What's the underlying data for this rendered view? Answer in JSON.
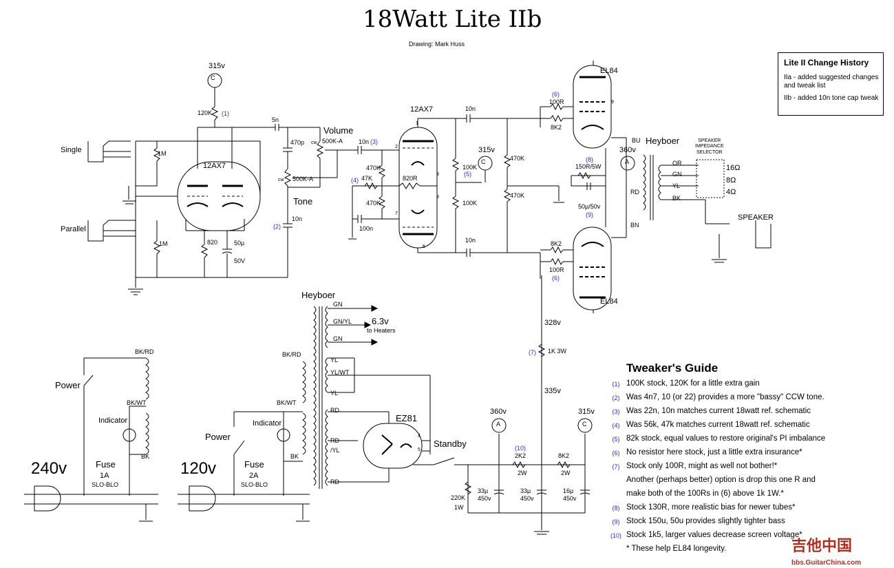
{
  "title": "18Watt Lite IIb",
  "credit": "Drawing: Mark Huss",
  "history": {
    "heading": "Lite II Change History",
    "entries": [
      "IIa - added suggested changes and tweak list",
      "IIb - added 10n tone cap tweak"
    ]
  },
  "labels": {
    "b315_top": "315v",
    "r120k": "120K",
    "n1a": "(1)",
    "c5n": "5n",
    "single": "Single",
    "parallel": "Parallel",
    "r1m_a": "1M",
    "r1m_b": "1M",
    "v1": "12AX7",
    "r820": "820",
    "c50u": "50µ",
    "c50v": "50V",
    "volume": "Volume",
    "pot_vol": "500K-A",
    "cw_a": "cw",
    "cw_b": "cw",
    "c470p": "470p",
    "pot_tone": "500K-A",
    "tone": "Tone",
    "c10n_tone": "10n",
    "n2": "(2)",
    "c10n_3": "10n",
    "n3": "(3)",
    "v2": "12AX7",
    "r470k_a": "470K",
    "r47k": "47K",
    "n4": "(4)",
    "r820r": "820R",
    "r470k_b": "470K",
    "c100n": "100n",
    "c10n_top": "10n",
    "c10n_bot": "10n",
    "b315_mid": "315v",
    "r100k_a": "100K",
    "n5": "(5)",
    "r100k_b": "100K",
    "r470k_c": "470K",
    "r470k_d": "470K",
    "n6a": "(6)",
    "r100r_a": "100R",
    "r8k2_a": "8K2",
    "el84_top": "EL84",
    "n8": "(8)",
    "r150r": "150R/5W",
    "c50u50v": "50µ/50v",
    "n9": "(9)",
    "r8k2_b": "8K2",
    "r100r_b": "100R",
    "n6b": "(6)",
    "el84_bot": "EL84",
    "b360_ot": "360v",
    "heyboer_ot": "Heyboer",
    "bu": "BU",
    "rd_ot": "RD",
    "bn": "BN",
    "imp_sel": "SPEAKER\nIMPEDANCE\nSELECTOR",
    "or": "OR",
    "gn_ot": "GN",
    "yl_ot": "YL",
    "bk_ot": "BK",
    "o16": "16Ω",
    "o8": "8Ω",
    "o4": "4Ω",
    "speaker": "SPEAKER",
    "heyboer_pt": "Heyboer",
    "pt_gn1": "GN",
    "pt_gnyl": "GN/YL",
    "pt_gn2": "GN",
    "v63": "6.3v",
    "heaters": "to Heaters",
    "pt_yl1": "YL",
    "pt_ylwt": "YL/WT",
    "pt_yl2": "YL",
    "pt_rd1": "RD",
    "pt_rd2": "RD",
    "pt_yl3": "/YL",
    "pt_rd3": "RD",
    "bkrd_l": "BK/RD",
    "bkwt_l": "BK/WT",
    "bk_l": "BK",
    "bkrd_r": "BK/RD",
    "bkwt_r": "BK/WT",
    "bk_r": "BK",
    "power_l": "Power",
    "indicator_l": "Indicator",
    "power_r": "Power",
    "indicator_r": "Indicator",
    "v240": "240v",
    "fuse1": "Fuse",
    "fuse1a": "1A",
    "slo1": "SLO-BLO",
    "v120": "120v",
    "fuse2": "Fuse",
    "fuse2a": "2A",
    "slo2": "SLO-BLO",
    "ez81": "EZ81",
    "standby": "Standby",
    "v328": "328v",
    "n7": "(7)",
    "r1k": "1K 3W",
    "v335": "335v",
    "b360_ps": "360v",
    "b315_ps": "315v",
    "n10": "(10)",
    "r2k2": "2K2",
    "w2a": "2W",
    "r8k2_ps": "8K2",
    "w2b": "2W",
    "r220k": "220K",
    "w1": "1W",
    "c33a": "33µ",
    "v450a": "450v",
    "c33b": "33µ",
    "v450b": "450v",
    "c16": "16µ",
    "v450c": "450v",
    "pin_1": "1",
    "pin_2": "2",
    "pin_3": "3",
    "pin_6": "6",
    "pin_7": "7",
    "pin_8": "8",
    "pin_4": "4",
    "pin_5": "5",
    "pin_9": "9",
    "bubble_c": "C",
    "bubble_a": "A"
  },
  "guide": {
    "heading": "Tweaker's Guide",
    "items": [
      {
        "n": "(1)",
        "text": "100K stock, 120K for a little extra gain"
      },
      {
        "n": "(2)",
        "text": "Was 4n7, 10 (or 22) provides a more \"bassy\" CCW tone."
      },
      {
        "n": "(3)",
        "text": "Was 22n, 10n matches current 18watt ref. schematic"
      },
      {
        "n": "(4)",
        "text": "Was 56k, 47k matches current 18watt ref. schematic"
      },
      {
        "n": "(5)",
        "text": "82k stock, equal values to restore original's PI imbalance"
      },
      {
        "n": "(6)",
        "text": "No resistor here stock, just a little extra insurance*"
      },
      {
        "n": "(7)",
        "text": "Stock only 100R, might as well not bother!*"
      },
      {
        "n": "",
        "text": "Another (perhaps better) option is drop this one R and"
      },
      {
        "n": "",
        "text": "make both of the 100Rs in (6) above 1k 1W.*"
      },
      {
        "n": "(8)",
        "text": "Stock 130R, more realistic bias for newer tubes*"
      },
      {
        "n": "(9)",
        "text": "Stock 150u, 50u provides slightly tighter bass"
      },
      {
        "n": "(10)",
        "text": "Stock 1k5, larger values decrease screen voltage*"
      },
      {
        "n": "",
        "text": "* These help EL84 longevity."
      }
    ]
  },
  "watermark": "吉他中国",
  "watermark_url": "bbs.GuitarChina.com"
}
